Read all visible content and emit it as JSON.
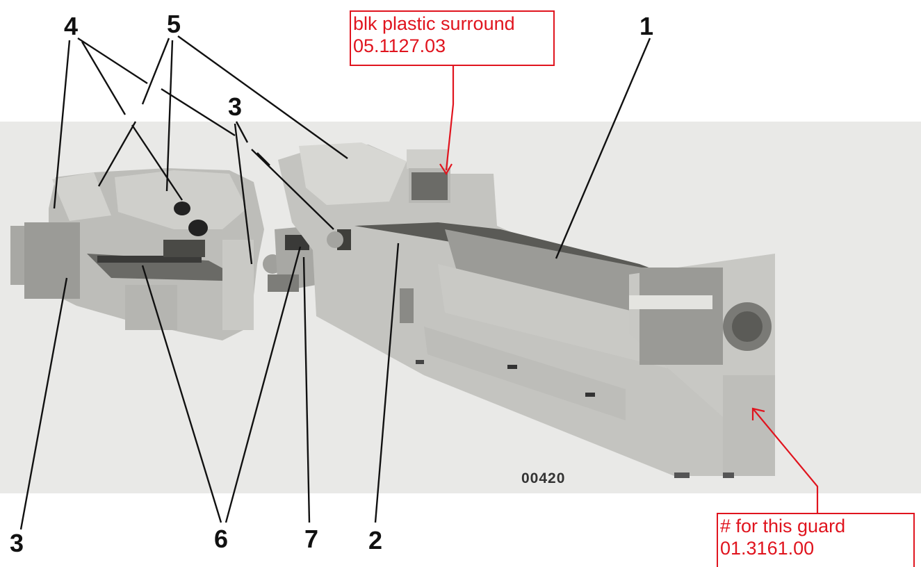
{
  "callouts": {
    "top": [
      "blk plastic surround",
      "05.1127.03"
    ],
    "guard": [
      "# for this guard",
      "01.3161.00"
    ]
  },
  "labels": {
    "n1": "1",
    "n2": "2",
    "n3_left": "3",
    "n3_mid": "3",
    "n4": "4",
    "n5": "5",
    "n6": "6",
    "n7": "7"
  },
  "image_code": "00420",
  "colors": {
    "callout_red": "#e0141e",
    "machine_gray": "#c4c4c0",
    "leader_black": "#111111"
  }
}
